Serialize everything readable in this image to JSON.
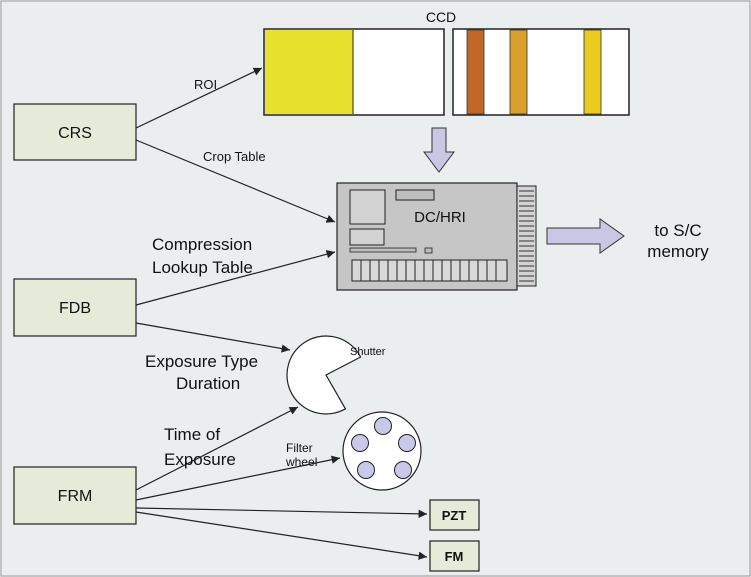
{
  "ccd": {
    "label": "CCD"
  },
  "boxes": {
    "crs": "CRS",
    "fdb": "FDB",
    "frm": "FRM",
    "pzt": "PZT",
    "fm": "FM"
  },
  "board": {
    "label": "DC/HRI"
  },
  "labels": {
    "roi": "ROI",
    "crop_table": "Crop Table",
    "compression_line1": "Compression",
    "compression_line2": "Lookup Table",
    "exposure_type": "Exposure Type",
    "duration": "Duration",
    "time_of": "Time of",
    "exposure": "Exposure",
    "filter": "Filter",
    "wheel": "wheel",
    "shutter": "Shutter",
    "to_sc": "to S/C",
    "memory": "memory"
  },
  "colors": {
    "background": "#eaeeee",
    "box_fill": "#e5ebd8",
    "roi_fill": "#e8e22e",
    "stripe_orange_dark": "#c2672a",
    "stripe_orange": "#dba02c",
    "stripe_yellow": "#eacb1e",
    "arrow_fill": "#c9c8e4",
    "filter_hole": "#c9c8ea"
  }
}
